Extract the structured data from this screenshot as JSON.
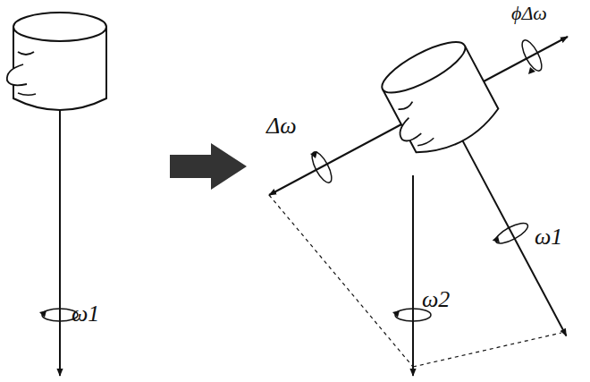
{
  "diagram": {
    "labels": [
      "ω1",
      "ω2",
      "ω1",
      "Δω",
      "ϕΔω"
    ]
  }
}
